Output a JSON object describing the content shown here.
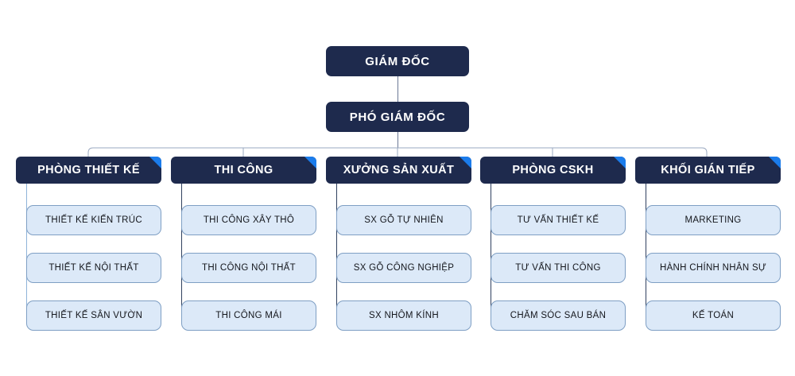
{
  "chart_data": {
    "type": "diagram",
    "diagram_kind": "organizational-chart",
    "title": "",
    "orientation": "top-down",
    "colors": {
      "header_fill": "#1e2a4d",
      "header_text": "#ffffff",
      "fold_accent": "#1b7ceb",
      "sub_fill": "#dce9f8",
      "sub_border": "#7f9fc4",
      "sub_text": "#14161c",
      "connector_light": "#8fb3d9",
      "connector_dark": "#30415f",
      "bus_line": "#9aa8c0",
      "node_dot": "#1e2a4d",
      "background": "#ffffff"
    }
  },
  "executive": {
    "director": "GIÁM ĐỐC",
    "deputy": "PHÓ GIÁM ĐỐC"
  },
  "departments": [
    {
      "name": "PHÒNG THIẾT KẾ",
      "spine": "light",
      "items": [
        "THIẾT KẾ KIẾN TRÚC",
        "THIẾT KẾ NỘI THẤT",
        "THIẾT KẾ SÂN VƯỜN"
      ]
    },
    {
      "name": "THI CÔNG",
      "spine": "dark",
      "items": [
        "THI CÔNG XÂY THÔ",
        "THI CÔNG NỘI THẤT",
        "THI CÔNG MÁI"
      ]
    },
    {
      "name": "XƯỞNG SẢN XUẤT",
      "spine": "dark",
      "items": [
        "SX GỖ TỰ NHIÊN",
        "SX GỖ CÔNG NGHIỆP",
        "SX NHÔM KÍNH"
      ]
    },
    {
      "name": "PHÒNG CSKH",
      "spine": "dark",
      "items": [
        "TƯ VẤN THIẾT KẾ",
        "TƯ VẤN THI CÔNG",
        "CHĂM SÓC SAU BÁN"
      ]
    },
    {
      "name": "KHỐI GIÁN TIẾP",
      "spine": "dark",
      "items": [
        "MARKETING",
        "HÀNH CHÍNH NHÂN SỰ",
        "KẾ TOÁN"
      ]
    }
  ]
}
